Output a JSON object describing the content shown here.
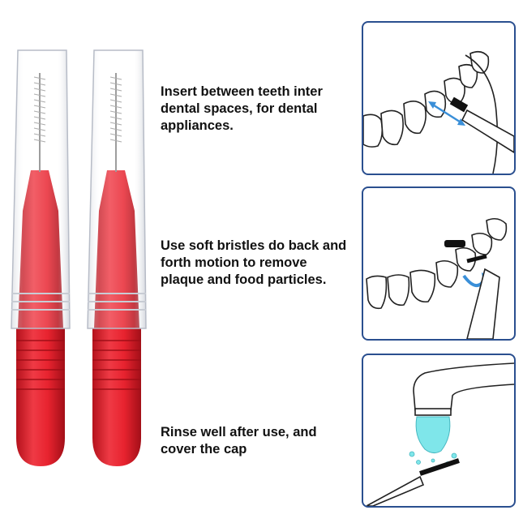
{
  "steps": [
    {
      "text": "Insert between teeth inter dental spaces, for dental appliances.",
      "illustration": "teeth-brush-insert-icon"
    },
    {
      "text": "Use soft bristles do back and forth motion to remove plaque and food particles.",
      "illustration": "teeth-brush-motion-icon"
    },
    {
      "text": "Rinse well after use, and cover the cap",
      "illustration": "faucet-rinse-icon"
    }
  ],
  "colors": {
    "brush_red": "#e8232f",
    "brush_dark_red": "#b5121c",
    "panel_border": "#2a4f8f",
    "arrow_blue": "#3a8fd8",
    "water_cyan": "#7fe6ea"
  }
}
